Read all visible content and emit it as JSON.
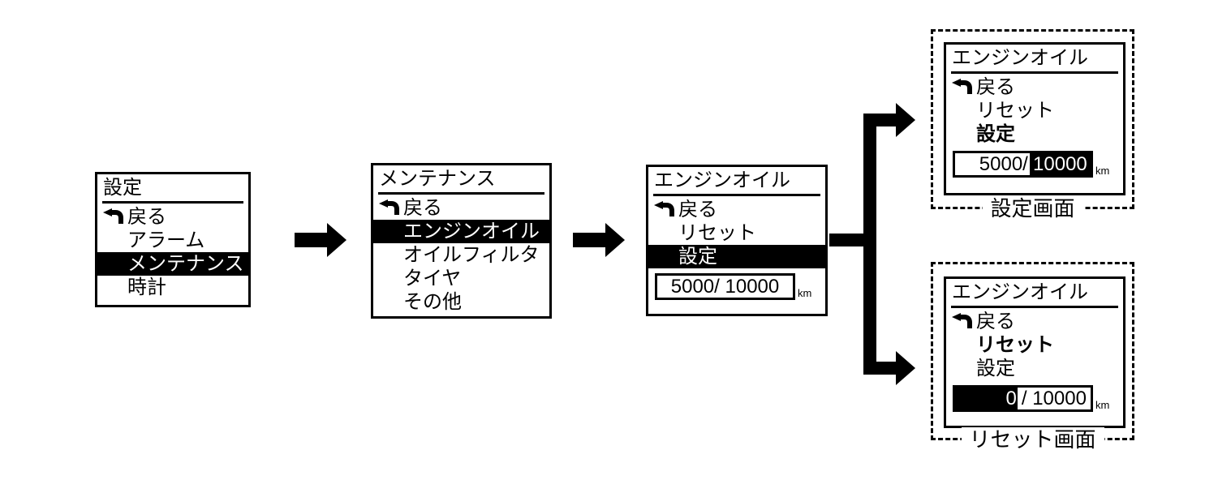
{
  "colors": {
    "ink": "#000000",
    "paper": "#ffffff"
  },
  "screens": [
    {
      "name": "settings",
      "title": "設定",
      "items": [
        {
          "icon": "return-arrow-icon",
          "label": "戻る",
          "state": "normal"
        },
        {
          "label": "アラーム",
          "state": "normal"
        },
        {
          "label": "メンテナンス",
          "state": "selected"
        },
        {
          "label": "時計",
          "state": "normal"
        }
      ]
    },
    {
      "name": "maintenance",
      "title": "メンテナンス",
      "items": [
        {
          "icon": "return-arrow-icon",
          "label": "戻る",
          "state": "normal"
        },
        {
          "label": "エンジンオイル",
          "state": "selected"
        },
        {
          "label": "オイルフィルタ",
          "state": "normal"
        },
        {
          "label": "タイヤ",
          "state": "normal"
        },
        {
          "label": "その他",
          "state": "normal"
        }
      ]
    },
    {
      "name": "engine-oil",
      "title": "エンジンオイル",
      "items": [
        {
          "icon": "return-arrow-icon",
          "label": "戻る",
          "state": "normal"
        },
        {
          "label": "リセット",
          "state": "normal"
        },
        {
          "label": "設定",
          "state": "selected"
        }
      ],
      "value": {
        "segments": [
          {
            "text": "5000/ 10000",
            "inverted": false
          }
        ],
        "unit": "km"
      }
    },
    {
      "name": "engine-oil-setting",
      "title": "エンジンオイル",
      "items": [
        {
          "icon": "return-arrow-icon",
          "label": "戻る",
          "state": "normal"
        },
        {
          "label": "リセット",
          "state": "normal"
        },
        {
          "label": "設定",
          "state": "bold"
        }
      ],
      "value": {
        "segments": [
          {
            "text": "5000/",
            "inverted": false
          },
          {
            "text": "10000",
            "inverted": true
          }
        ],
        "unit": "km"
      },
      "callout": "設定画面"
    },
    {
      "name": "engine-oil-reset",
      "title": "エンジンオイル",
      "items": [
        {
          "icon": "return-arrow-icon",
          "label": "戻る",
          "state": "normal"
        },
        {
          "label": "リセット",
          "state": "bold"
        },
        {
          "label": "設定",
          "state": "normal"
        }
      ],
      "value": {
        "segments": [
          {
            "text": "0",
            "inverted": true
          },
          {
            "text": "/ 10000",
            "inverted": false
          }
        ],
        "unit": "km"
      },
      "callout": "リセット画面"
    }
  ]
}
